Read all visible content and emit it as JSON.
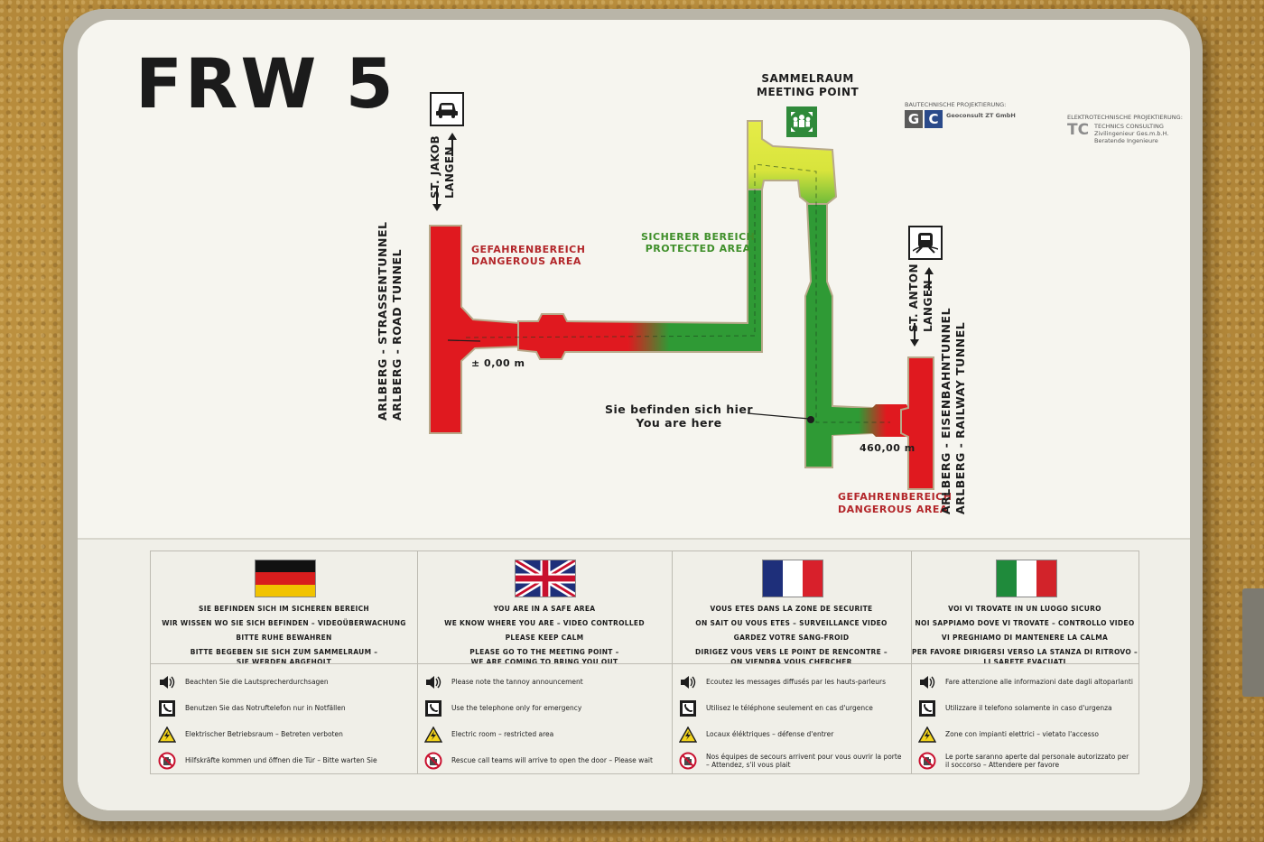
{
  "sign": {
    "id": "FRW 5",
    "meeting_point": [
      "SAMMELRAUM",
      "MEETING POINT"
    ],
    "danger_area_left": [
      "GEFAHRENBEREICH",
      "DANGEROUS AREA"
    ],
    "danger_area_right": [
      "GEFAHRENBEREICH",
      "DANGEROUS AREA"
    ],
    "protected_area": [
      "SICHERER BEREICH",
      "PROTECTED AREA"
    ],
    "you_are_here": [
      "Sie befinden sich hier",
      "You are here"
    ],
    "elevation_left": "± 0,00 m",
    "elevation_right": "460,00 m",
    "road_tunnel": [
      "ARLBERG - STRASSENTUNNEL",
      "ARLBERG - ROAD TUNNEL"
    ],
    "railway_tunnel": [
      "ARLBERG - EISENBAHNTUNNEL",
      "ARLBERG - RAILWAY TUNNEL"
    ],
    "direction_left": [
      "ST. JAKOB",
      "LANGEN"
    ],
    "direction_right": [
      "ST. ANTON",
      "LANGEN"
    ],
    "icons": [
      "car-icon",
      "train-icon",
      "meeting-point-icon"
    ],
    "colors": {
      "danger": "#e0191f",
      "protected": "#2f9a35",
      "meeting": "#e4e83c"
    }
  },
  "logos": {
    "left_heading": "BAUTECHNISCHE PROJEKTIERUNG:",
    "left_company": "Geoconsult ZT GmbH",
    "left_mark": [
      "G",
      "C"
    ],
    "right_heading": "ELEKTROTECHNISCHE PROJEKTIERUNG:",
    "right_mark": "TC",
    "right_company": [
      "TECHNICS CONSULTING",
      "Zivilingenieur Ges.m.b.H.",
      "Beratende Ingenieure"
    ]
  },
  "languages": [
    {
      "flag": "germany-flag",
      "messages": [
        "SIE BEFINDEN SICH IM SICHEREN BEREICH",
        "WIR WISSEN WO SIE SICH BEFINDEN – VIDEOÜBERWACHUNG",
        "BITTE RUHE BEWAHREN",
        "BITTE BEGEBEN SIE SICH ZUM SAMMELRAUM –",
        "SIE WERDEN ABGEHOLT"
      ],
      "rules": [
        "Beachten Sie die Lautsprecherdurchsagen",
        "Benutzen Sie das Notruftelefon nur in Notfällen",
        "Elektrischer Betriebsraum – Betreten verboten",
        "Hilfskräfte kommen und öffnen die Tür – Bitte warten Sie"
      ]
    },
    {
      "flag": "uk-flag",
      "messages": [
        "YOU ARE IN A SAFE AREA",
        "WE KNOW WHERE YOU ARE – VIDEO CONTROLLED",
        "PLEASE KEEP CALM",
        "PLEASE GO TO THE MEETING POINT –",
        "WE ARE COMING TO BRING YOU OUT"
      ],
      "rules": [
        "Please note the tannoy announcement",
        "Use the telephone only for emergency",
        "Electric room – restricted area",
        "Rescue call teams will arrive to open the door – Please wait"
      ]
    },
    {
      "flag": "france-flag",
      "messages": [
        "VOUS ETES DANS LA ZONE DE SECURITE",
        "ON SAIT OU VOUS ETES – SURVEILLANCE VIDEO",
        "GARDEZ VOTRE SANG-FROID",
        "DIRIGEZ VOUS VERS LE POINT DE RENCONTRE –",
        "ON VIENDRA VOUS CHERCHER"
      ],
      "rules": [
        "Ecoutez les messages diffusés par les hauts-parleurs",
        "Utilisez le téléphone seulement en cas d'urgence",
        "Locaux éléktriques – défense d'entrer",
        "Nos équipes de secours arrivent pour vous ouvrir la porte – Attendez, s'il vous plait"
      ]
    },
    {
      "flag": "italy-flag",
      "messages": [
        "VOI VI TROVATE IN UN LUOGO SICURO",
        "NOI SAPPIAMO DOVE VI TROVATE – CONTROLLO VIDEO",
        "VI PREGHIAMO DI MANTENERE LA CALMA",
        "PER FAVORE DIRIGERSI VERSO LA STANZA DI RITROVO –",
        "LI SARETE EVACUATI"
      ],
      "rules": [
        "Fare attenzione alle informazioni date dagli altoparlanti",
        "Utilizzare il telefono solamente in caso d'urgenza",
        "Zone con impianti elettrici – vietato l'accesso",
        "Le porte saranno aperte dal personale autorizzato per il soccorso – Attendere per favore"
      ]
    }
  ],
  "rule_icons": [
    "speaker-icon",
    "telephone-icon",
    "electric-warning-icon",
    "no-entry-hand-icon"
  ]
}
